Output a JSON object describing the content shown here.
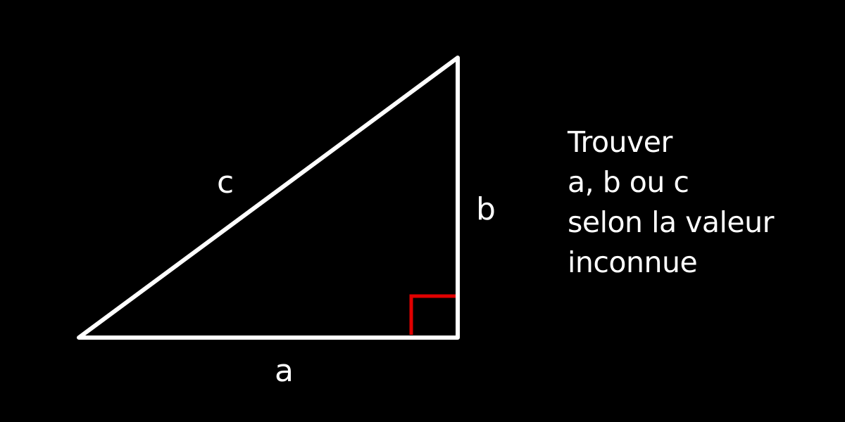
{
  "figure": {
    "type": "right-triangle",
    "line_color": "#ffffff",
    "right_angle_marker_color": "#e00000",
    "background_color": "#000000",
    "sides": {
      "hypotenuse_label": "c",
      "vertical_leg_label": "b",
      "horizontal_leg_label": "a"
    }
  },
  "instructions": {
    "lines": [
      "Trouver",
      "a, b ou c",
      "selon la valeur",
      "inconnue"
    ]
  }
}
